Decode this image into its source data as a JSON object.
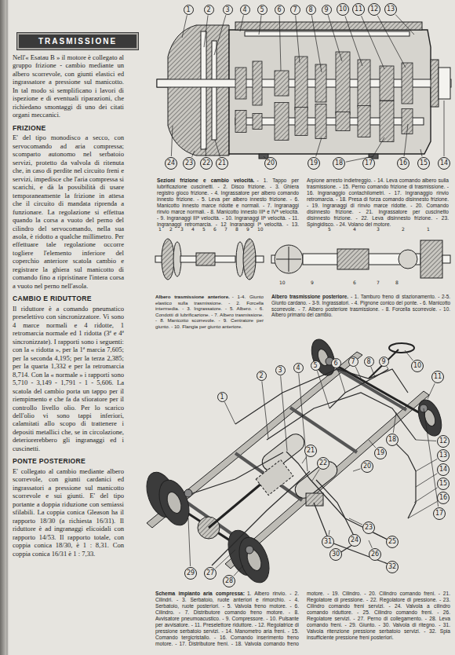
{
  "diagram": {
    "nodes": [
      {
        "text": [
          "TRASMISSIONE"
        ]
      },
      {
        "text": [
          "1"
        ]
      },
      {
        "text": [
          "2"
        ]
      },
      {
        "text": [
          "3"
        ]
      },
      {
        "text": [
          "4"
        ]
      },
      {
        "text": [
          "5"
        ]
      },
      {
        "text": [
          "6"
        ]
      },
      {
        "text": [
          "7"
        ]
      },
      {
        "text": [
          "8"
        ]
      },
      {
        "text": [
          "9"
        ]
      },
      {
        "text": [
          "10"
        ]
      },
      {
        "text": [
          "11"
        ]
      },
      {
        "text": [
          "12"
        ]
      },
      {
        "text": [
          "13"
        ]
      },
      {
        "text": [
          "14"
        ]
      },
      {
        "text": [
          "15"
        ]
      },
      {
        "text": [
          "16"
        ]
      },
      {
        "text": [
          "17"
        ]
      },
      {
        "text": [
          "18"
        ]
      },
      {
        "text": [
          "19"
        ]
      },
      {
        "text": [
          "20"
        ]
      },
      {
        "text": [
          "21"
        ]
      },
      {
        "text": [
          "22"
        ]
      },
      {
        "text": [
          "23"
        ]
      },
      {
        "text": [
          "24"
        ]
      },
      {
        "text": [
          "1"
        ]
      },
      {
        "text": [
          "2"
        ]
      },
      {
        "text": [
          "3"
        ]
      },
      {
        "text": [
          "4"
        ]
      },
      {
        "text": [
          "5"
        ]
      },
      {
        "text": [
          "6"
        ]
      },
      {
        "text": [
          "7"
        ]
      },
      {
        "text": [
          "8"
        ]
      },
      {
        "text": [
          "9"
        ]
      },
      {
        "text": [
          "10"
        ]
      },
      {
        "text": [
          "11"
        ]
      },
      {
        "text": [
          "12"
        ]
      },
      {
        "text": [
          "13"
        ]
      },
      {
        "text": [
          "14"
        ]
      },
      {
        "text": [
          "15"
        ]
      },
      {
        "text": [
          "16"
        ]
      },
      {
        "text": [
          "17"
        ]
      },
      {
        "text": [
          "18"
        ]
      },
      {
        "text": [
          "19"
        ]
      },
      {
        "text": [
          "20"
        ]
      },
      {
        "text": [
          "21"
        ]
      },
      {
        "text": [
          "22"
        ]
      },
      {
        "text": [
          "23"
        ]
      },
      {
        "text": [
          "24"
        ]
      },
      {
        "text": [
          "25"
        ]
      },
      {
        "text": [
          "26"
        ]
      },
      {
        "text": [
          "27"
        ]
      },
      {
        "text": [
          "28"
        ]
      },
      {
        "text": [
          "29"
        ]
      },
      {
        "text": [
          "30"
        ]
      },
      {
        "text": [
          "31"
        ]
      },
      {
        "text": [
          "32"
        ]
      }
    ],
    "labels": [
      "Nell'« Esatau B » il motore è collegato al gruppo frizione - cambio mediante un albero scorrevole, con giunti elastici ed ingrassatore a pressione sul manicotto. In tal modo si semplificano i lavori di ispezione e di eventuali riparazioni, che richiedano smontaggi di uno dei citati organi meccanici.",
      "FRIZIONE",
      "E' del tipo monodisco a secco, con servocomando ad aria compressa; scomparto autonomo nel serbatoio servizi, protetto da valvola di ritenuta che, in caso di perdite nel circuito freni e servizi, impedisce che l'aria compressa si scarichi, e dà la possibilità di usare temporaneamente la frizione in attesa che il circuito di mandata riprenda a funzionare. La regolazione si effettua quando la corsa a vuoto del perno del cilindro del servocomando, nella sua asola, è ridotto a qualche millimetro. Per effettuare tale regolazione occorre togliere l'elemento inferiore del coperchio anteriore scatola cambio e registrare la ghiera sul manicotto di comando fino a ripristinare l'intera corsa a vuoto nel perno nell'asola.",
      "CAMBIO E RIDUTTORE",
      "Il riduttore è a comando pneumatico preselettivo con sincronizzatore. Vi sono 4 marce normali e 4 ridotte, 1 retromarcia normale ed 1 ridotta (3ª e 4ª sincronizzate). I rapporti sono i seguenti: con la « ridotta », per la 1ª marcia 7,605; per la seconda 4,195; per la terza 2,385; per la quarta 1,332 e per la retromarcia 8,714. Con la « normale » i rapporti sono 5,710 - 3,149 - 1,791 - 1 - 5,606. La scatola del cambio porta un tappo per il riempimento e che fa da sfioratore per il controllo livello olio. Per lo scarico dell'olio vi sono tappi inferiori, calamitati allo scopo di trattenere i depositi metallici che, se in circolazione, deteriorerebbero gli ingranaggi ed i cuscinetti.",
      "PONTE POSTERIORE",
      "E' collegato al cambio mediante albero scorrevole, con giunti cardanici ed ingrassatori a pressione sul manicotto scorrevole e sui giunti. E' del tipo portante a doppia riduzione con semiassi sfilabili. La coppia conica Gleason ha il rapporto 18/30 (a richiesta 16/31). Il riduttore è ad ingranaggi elicoidali con rapporto 14/53. Il rapporto totale, con coppia conica 18/30, è 1 : 8,31. Con coppia conica 16/31 è 1 : 7,33.",
      "Sezioni frizione e cambio velocità.",
      "- 1. Tappo per lubrificazione cuscinetti. - 2. Disco frizione. - 3. Ghiera registro gioco frizione. - 4. Ingrassatore per albero comando innesto frizione. - 5. Leva per albero innesto frizione. - 6. Manicotto innesto marce ridotte e normali. - 7. Ingranaggi rinvio marce normali. - 8. Manicotto innesto IIIª e IVª velocità. - 9. Ingranaggi IIIª velocità. - 10. Ingranaggi IIª velocità. - 11. Ingranaggi retromarcia. - 12 Ingranaggi Iª velocità. - 13. Arpione arresto indietreggio. - 14. Leva comando albero sulla trasmissione. - 15. Perno comando frizione di trasmissione. - 16. Ingranaggio contachilometri. - 17. Ingranaggio rinvio retromarcia. - 18. Presa di forza comando disinnesto frizione. - 19. Ingranaggi di rinvio marce ridotte. - 20. Comando disinnesto frizione. - 21. Ingrassatore per cuscinetto disinnesto frizione. - 22. Leva disinnesto frizione. - 23. Spingidisco. - 24. Volano del motore.",
      "Albero trasmissione anteriore.",
      "- 1-4. Giunto elastico sulla trasmissione. - 2. Forcella intermedia. - 3. Ingrassatore. - 5. Albero. - 6. Condotti di lubrificazione. - 7. Albero trasmissione. - 8. Manicotto scorrevole. - 9. Centratore per giunto. - 10. Flangia per giunto anteriore.",
      "Albero trasmissione posteriore.",
      "- 1. Tamburo freno di stazionamento. - 2-5. Giunto cardano. - 3-9. Ingrassatori. - 4. Pignone conico del ponte. - 6. Manicotto scorrevole. - 7. Albero posteriore trasmissione. - 8. Forcella scorrevole. - 10. Albero primario del cambio.",
      "Schema impianto aria compressa:",
      "1. Albero rinvio. - 2. Cilindri. - 3. Serbatoio, ruote anteriori e rimorchio. - 4. Serbatoio, ruote posteriori. - 5. Valvola freno motore. - 6. Cilindro. - 7. Distributore comando freno motore. - 8. Avvisatore pneumoacustico. - 9. Compressore. - 10. Pulsante per avvisatore. - 11. Preselettore riduttore. - 12. Regolatrice di pressione serbatoio servizi. - 14. Manometro aria freni. - 15. Comando tergicristallo. - 16. Comando inserimento freno motore. - 17. Distributore freni. - 18. Valvola comando freno motore. - 19. Cilindro. - 20. Cilindro comando freni. - 21. Regolatore di pressione. - 22. Regolatore di pressione. - 23. Cilindro comando freni servizi. - 24. Valvola a cilindro comando riduttore. - 25. Cilindro comando freni. - 26. Regolatore servizi. - 27. Perno di collegamento. - 28. Leva comando freni. - 29. Giunto. - 30. Valvola di ritegno. - 31. Valvola ritenzione pressione serbatoio servizi. - 32. Spia insufficiente pressione freni posteriori.",
      "1",
      "2",
      "3",
      "4",
      "5",
      "6",
      "7",
      "8",
      "9",
      "10",
      "1",
      "2",
      "3",
      "4",
      "5",
      "6",
      "7",
      "8",
      "9",
      "10"
    ]
  }
}
